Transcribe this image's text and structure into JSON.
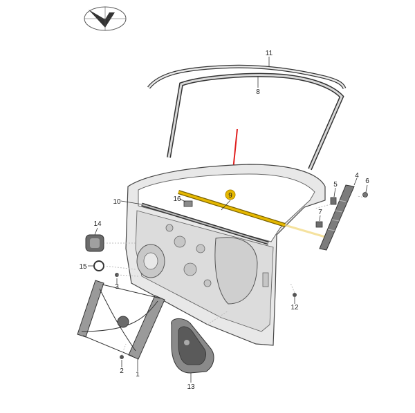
{
  "logo": {
    "name": "compass-view-icon"
  },
  "highlight": {
    "color": "#e6b800",
    "arrow_color": "#e02020"
  },
  "callouts": [
    {
      "id": "11",
      "label": "11"
    },
    {
      "id": "8",
      "label": "8"
    },
    {
      "id": "4",
      "label": "4"
    },
    {
      "id": "5",
      "label": "5"
    },
    {
      "id": "6",
      "label": "6"
    },
    {
      "id": "9",
      "label": "9"
    },
    {
      "id": "16",
      "label": "16"
    },
    {
      "id": "10",
      "label": "10"
    },
    {
      "id": "7",
      "label": "7"
    },
    {
      "id": "14",
      "label": "14"
    },
    {
      "id": "15",
      "label": "15"
    },
    {
      "id": "3",
      "label": "3"
    },
    {
      "id": "12",
      "label": "12"
    },
    {
      "id": "2",
      "label": "2"
    },
    {
      "id": "1",
      "label": "1"
    },
    {
      "id": "13",
      "label": "13"
    }
  ]
}
